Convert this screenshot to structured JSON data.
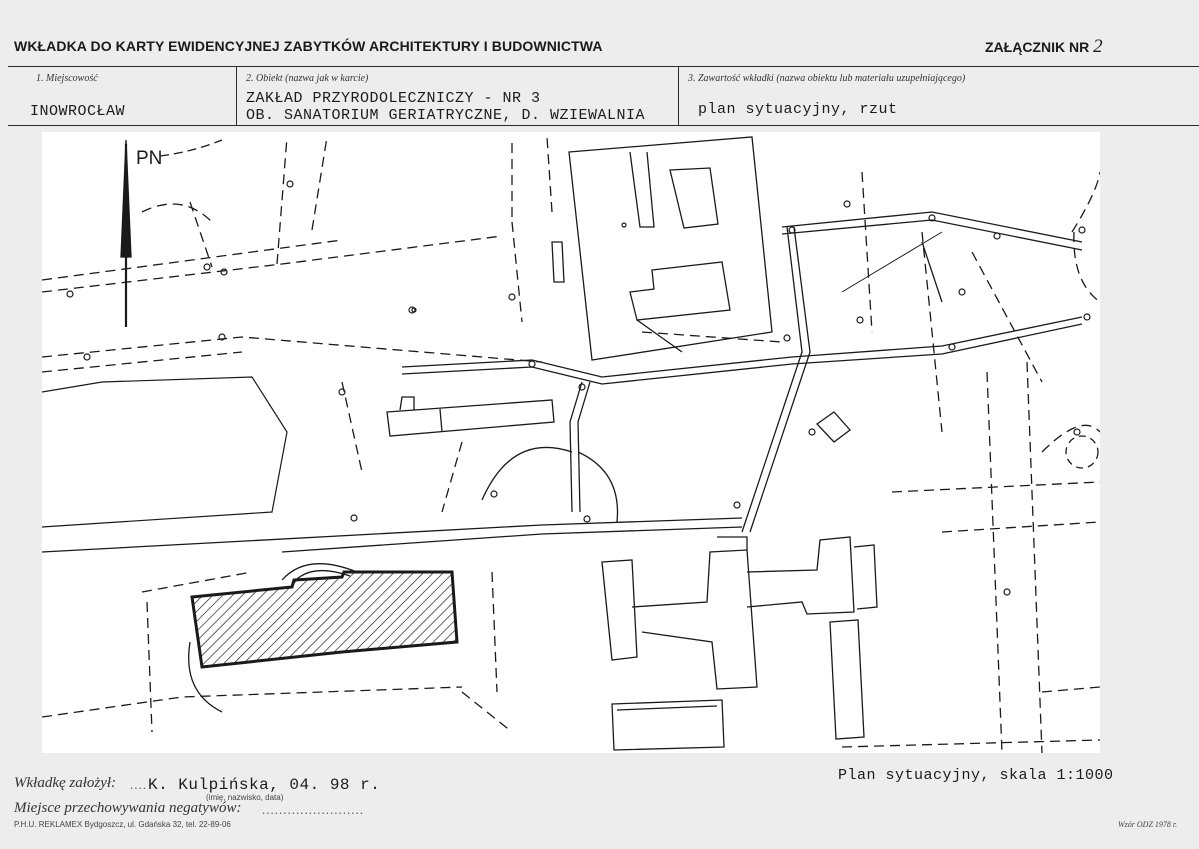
{
  "header": {
    "title": "WKŁADKA DO KARTY EWIDENCYJNEJ ZABYTKÓW ARCHITEKTURY I BUDOWNICTWA",
    "annex_label": "ZAŁĄCZNIK NR",
    "annex_number": "2"
  },
  "fields": {
    "locality_label": "1. Miejscowość",
    "locality_value": "INOWROCŁAW",
    "object_label": "2. Obiekt (nazwa jak w karcie)",
    "object_line1": "ZAKŁAD PRZYRODOLECZNICZY - NR 3",
    "object_line2": "OB. SANATORIUM GERIATRYCZNE, D. WZIEWALNIA",
    "content_label": "3. Zawartość wkładki (nazwa obiektu lub materiału uzupełniającego)",
    "content_value": "plan sytuacyjny, rzut"
  },
  "map": {
    "north_label": "PN"
  },
  "footer": {
    "founder_label": "Wkładkę założył:",
    "founder_value": "K. Kulpińska, 04. 98 r.",
    "founder_hint": "(imię, nazwisko, data)",
    "negatives_label": "Miejsce przechowywania negatywów:",
    "negatives_dots": "........................",
    "caption": "Plan sytuacyjny, skala 1:1000",
    "printer": "P.H.U. REKLAMEX Bydgoszcz, ul. Gdańska 32, tel. 22-89-06",
    "pattern": "Wzór ODZ 1978 r."
  }
}
